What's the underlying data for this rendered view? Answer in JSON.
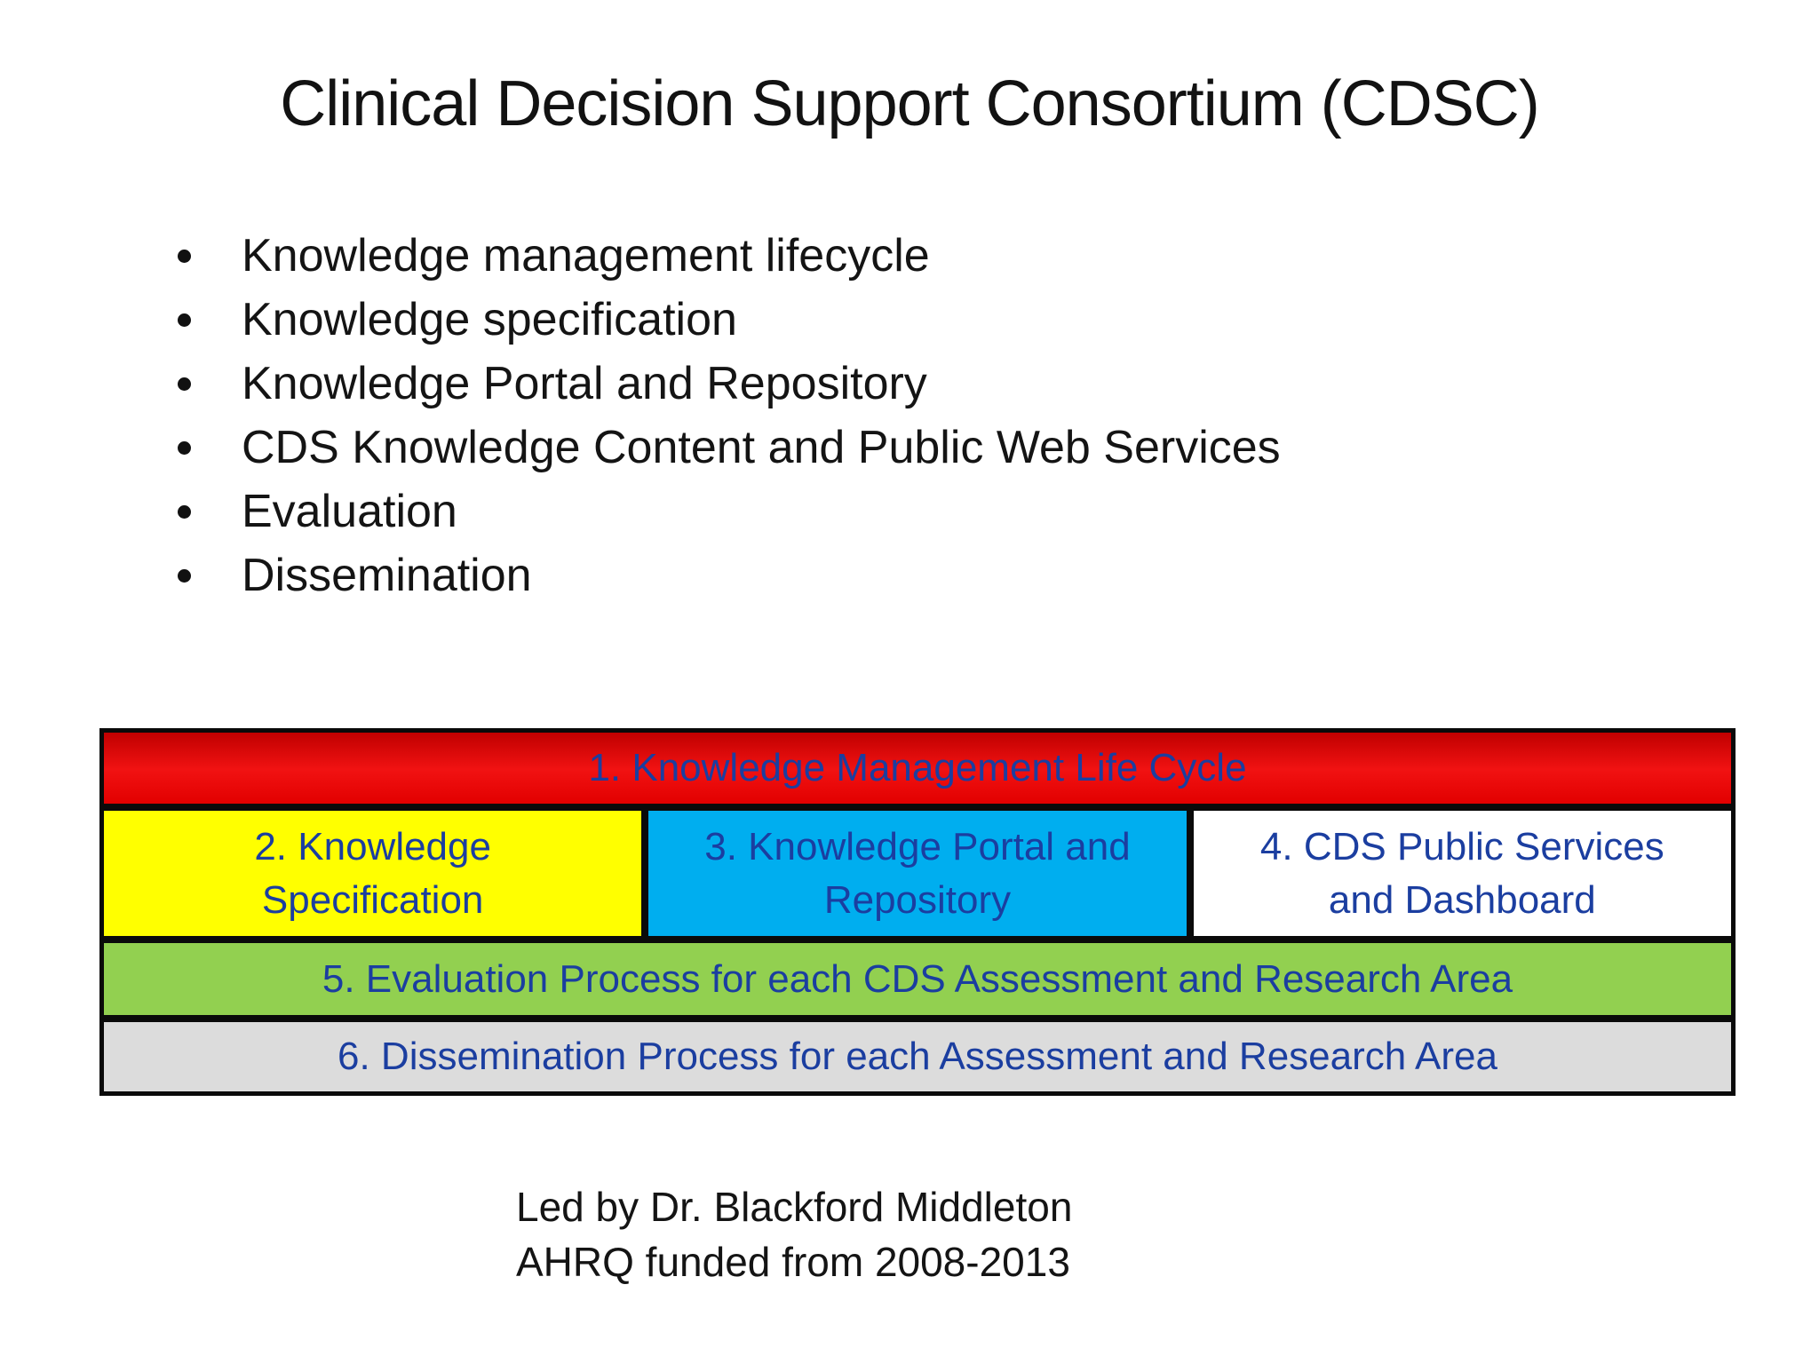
{
  "slide_title": "Clinical Decision Support Consortium (CDSC)",
  "bullets": [
    "Knowledge management lifecycle",
    "Knowledge specification",
    "Knowledge Portal and Repository",
    "CDS Knowledge Content and Public Web Services",
    "Evaluation",
    "Dissemination"
  ],
  "diagram": {
    "text_color": "#1b3ea0",
    "border_color": "#0a0a0a",
    "row1": {
      "label": "1. Knowledge Management Life Cycle",
      "bg": "#f00000"
    },
    "row2": [
      {
        "label": "2. Knowledge Specification",
        "bg": "#ffff00"
      },
      {
        "label": "3. Knowledge Portal and Repository",
        "bg": "#00aeef"
      },
      {
        "label": "4. CDS Public Services and Dashboard",
        "bg": "#ffffff"
      }
    ],
    "row3": {
      "label": "5. Evaluation Process for each CDS Assessment and Research Area",
      "bg": "#92d050"
    },
    "row4": {
      "label": "6. Dissemination Process for each Assessment and Research Area",
      "bg": "#dcdcdc"
    }
  },
  "footer": {
    "line1": "Led by Dr. Blackford Middleton",
    "line2": "AHRQ funded from 2008-2013"
  }
}
